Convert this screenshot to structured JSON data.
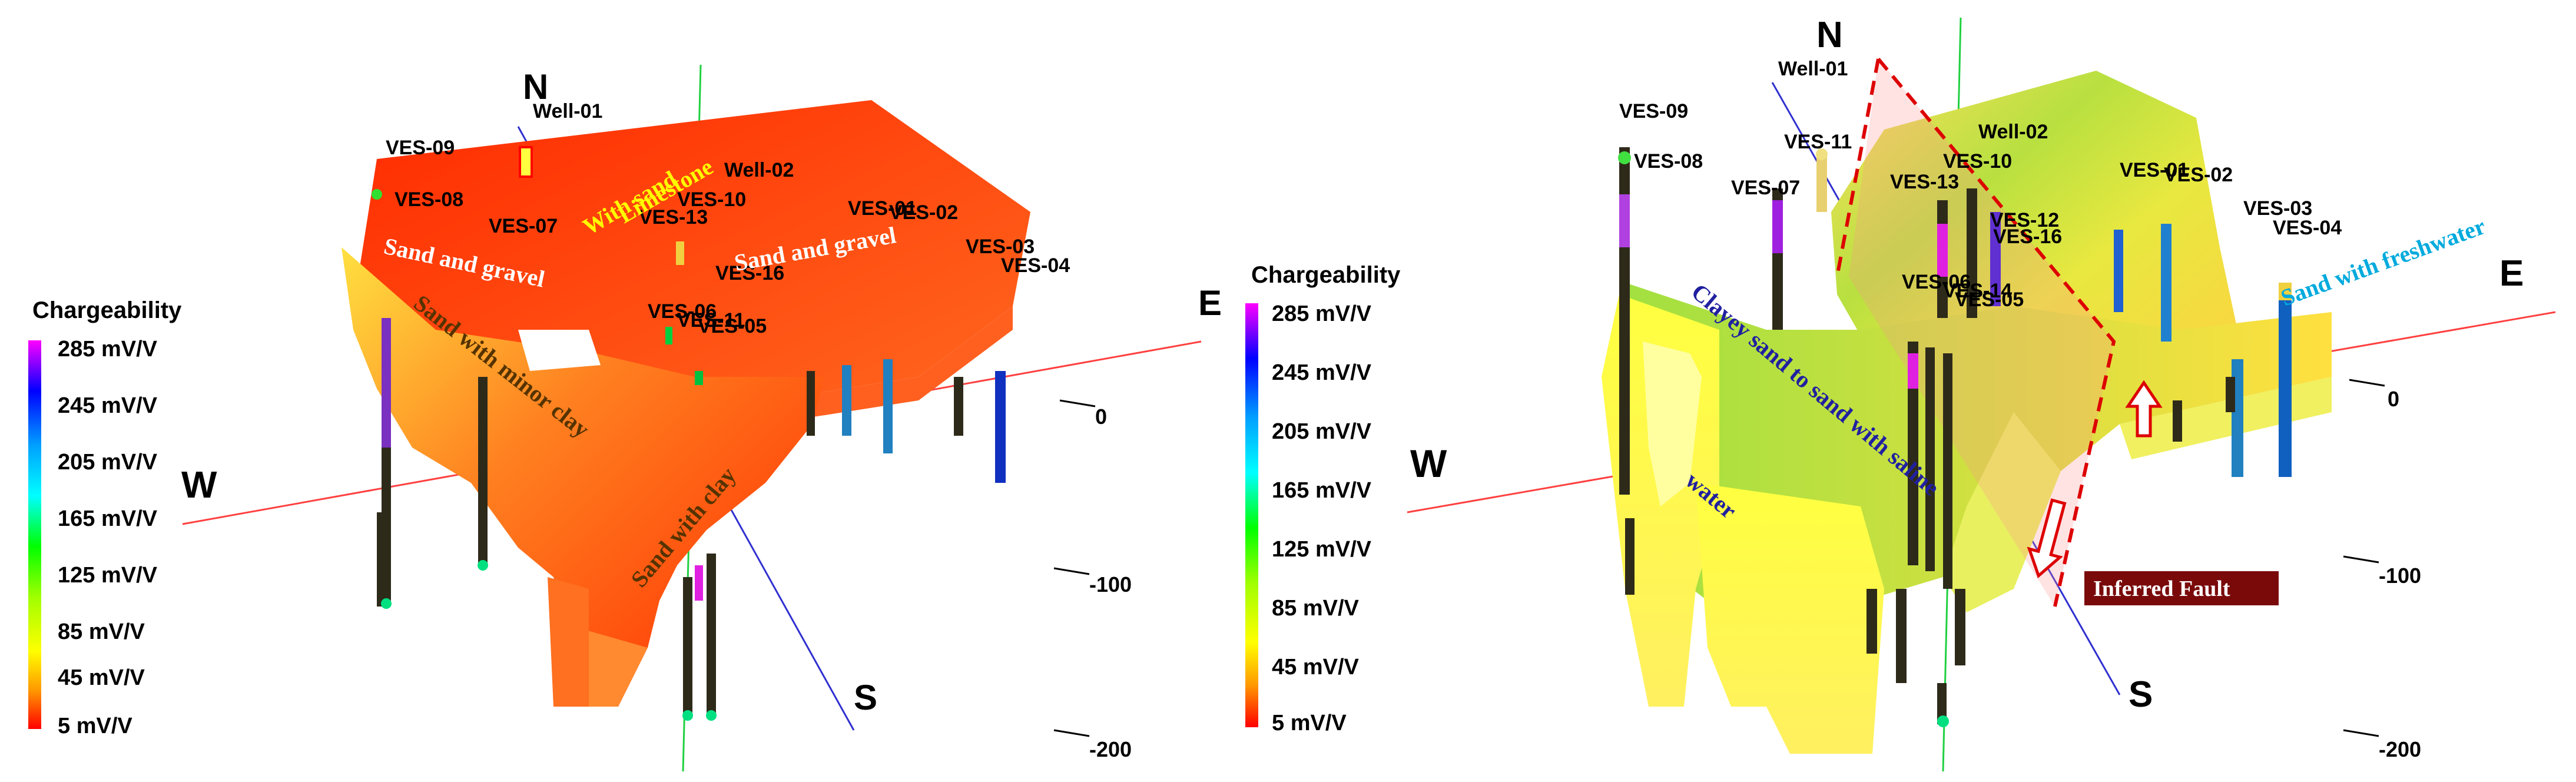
{
  "legend": {
    "title": "Chargeability",
    "labels": [
      "285 mV/V",
      "245 mV/V",
      "205 mV/V",
      "165 mV/V",
      "125 mV/V",
      "85 mV/V",
      "45 mV/V",
      "5 mV/V"
    ],
    "colors": [
      "#ff00ff",
      "#0000ff",
      "#00a0ff",
      "#00ffff",
      "#00ff00",
      "#a0ff00",
      "#ffff00",
      "#ff7f00",
      "#ff0000"
    ]
  },
  "left_panel": {
    "directions": {
      "n": "N",
      "s": "S",
      "e": "E",
      "w": "W"
    },
    "depth_ticks": [
      "0",
      "-100",
      "-200"
    ],
    "wells": [
      "Well-01",
      "Well-02"
    ],
    "ves": [
      "VES-09",
      "VES-08",
      "VES-07",
      "VES-13",
      "VES-10",
      "VES-01",
      "VES-02",
      "VES-03",
      "VES-04",
      "VES-16",
      "VES-06",
      "VES-05",
      "VES-11"
    ],
    "annotations": {
      "limestone": "Limestone",
      "with_sand": "With sand",
      "sand_gravel_1": "Sand and gravel",
      "sand_gravel_2": "Sand and gravel",
      "minor_clay": "Sand with minor clay",
      "with_clay": "Sand with clay"
    }
  },
  "right_panel": {
    "directions": {
      "n": "N",
      "s": "S",
      "e": "E",
      "w": "W"
    },
    "depth_ticks": [
      "0",
      "-100",
      "-200"
    ],
    "wells": [
      "Well-01",
      "Well-02"
    ],
    "ves": [
      "VES-09",
      "VES-08",
      "VES-11",
      "VES-07",
      "VES-13",
      "VES-10",
      "VES-01",
      "VES-02",
      "VES-03",
      "VES-04",
      "VES-12",
      "VES-16",
      "VES-06",
      "VES-14",
      "VES-05"
    ],
    "annotations": {
      "freshwater": "Sand with freshwater",
      "clayey": "Clayey sand to sand with saline",
      "water": "water",
      "fault": "Inferred Fault"
    }
  }
}
